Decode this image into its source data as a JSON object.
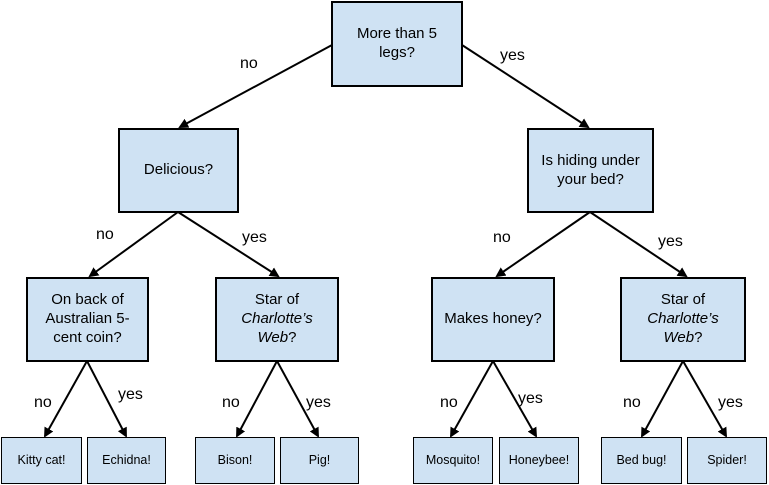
{
  "root": {
    "question": "More than 5 legs?"
  },
  "branch_labels": {
    "no": "no",
    "yes": "yes"
  },
  "left": {
    "question": "Delicious?"
  },
  "right": {
    "question": "Is hiding under your bed?"
  },
  "left_left": {
    "question": "On back of Australian 5-cent coin?"
  },
  "left_right": {
    "question_pre": "Star of",
    "question_italic": "Charlotte’s Web",
    "question_post": "?"
  },
  "right_left": {
    "question": "Makes honey?"
  },
  "right_right": {
    "question_pre": "Star of",
    "question_italic": "Charlotte’s Web",
    "question_post": "?"
  },
  "leaves": [
    "Kitty cat!",
    "Echidna!",
    "Bison!",
    "Pig!",
    "Mosquito!",
    "Honeybee!",
    "Bed bug!",
    "Spider!"
  ],
  "colors": {
    "node_fill": "#cfe2f3",
    "stroke": "#000000"
  }
}
